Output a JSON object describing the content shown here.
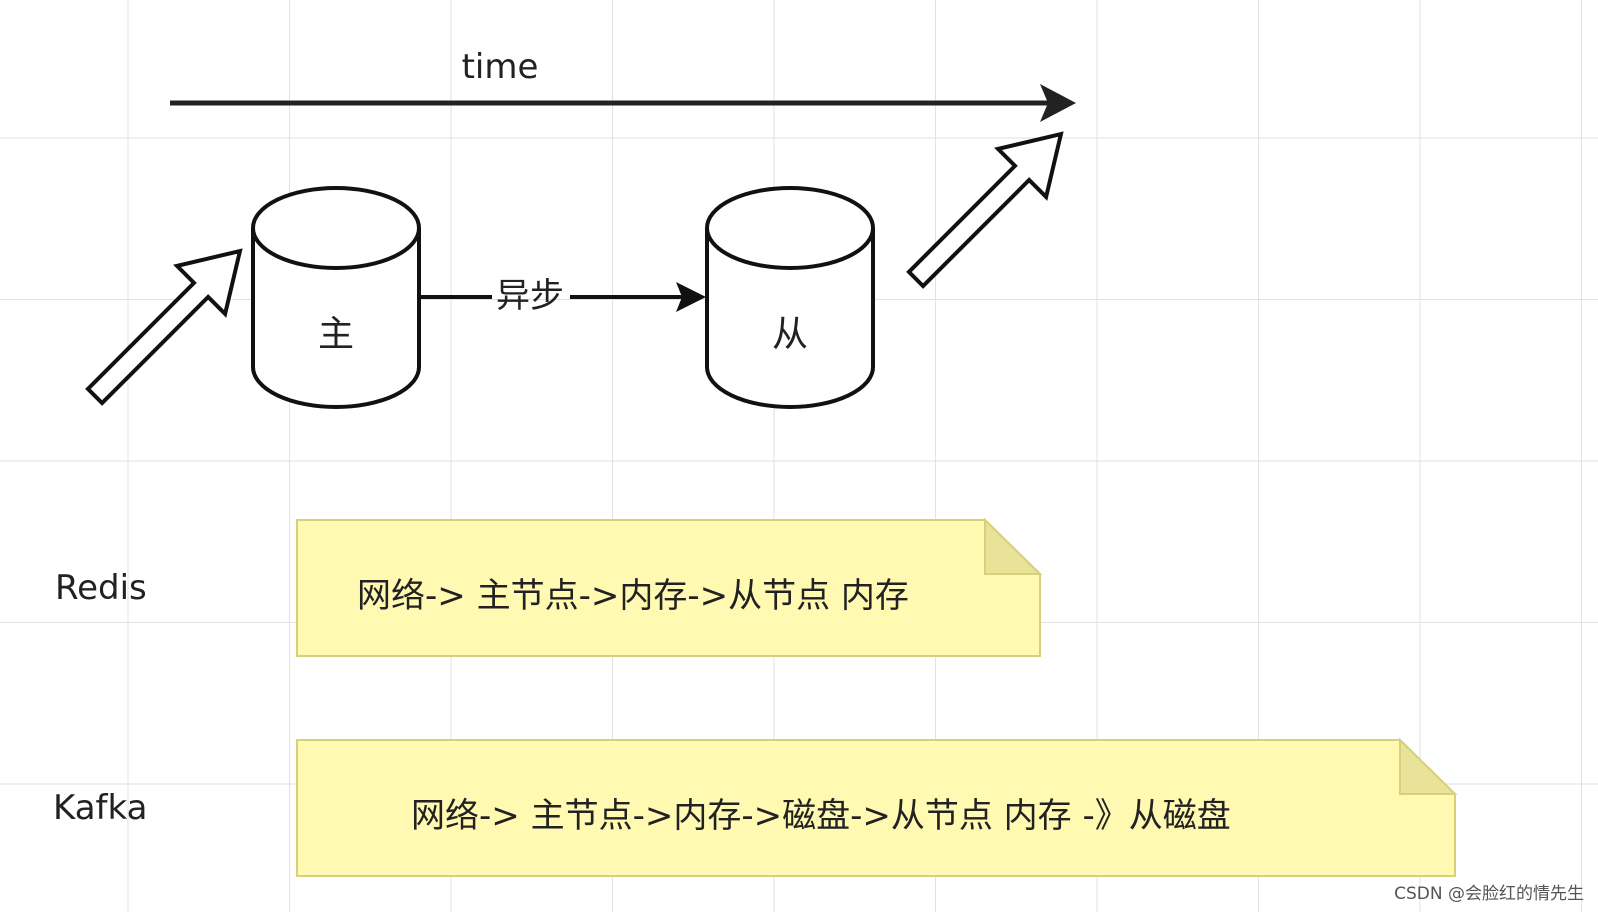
{
  "diagram": {
    "timeline": {
      "label": "time"
    },
    "master_db": {
      "label": "主"
    },
    "replica_db": {
      "label": "从"
    },
    "replication_edge": {
      "label": "异步"
    }
  },
  "rows": [
    {
      "label": "Redis",
      "note": "网络-> 主节点->内存->从节点 内存"
    },
    {
      "label": "Kafka",
      "note": "网络-> 主节点->内存->磁盘->从节点 内存 -》从磁盘"
    }
  ],
  "watermark": "CSDN @会脸红的情先生",
  "colors": {
    "stroke": "#111111",
    "note_fill": "#fff9b2",
    "note_stroke": "#d6d07a",
    "grid": "#e2e2e2",
    "background": "#ffffff"
  }
}
